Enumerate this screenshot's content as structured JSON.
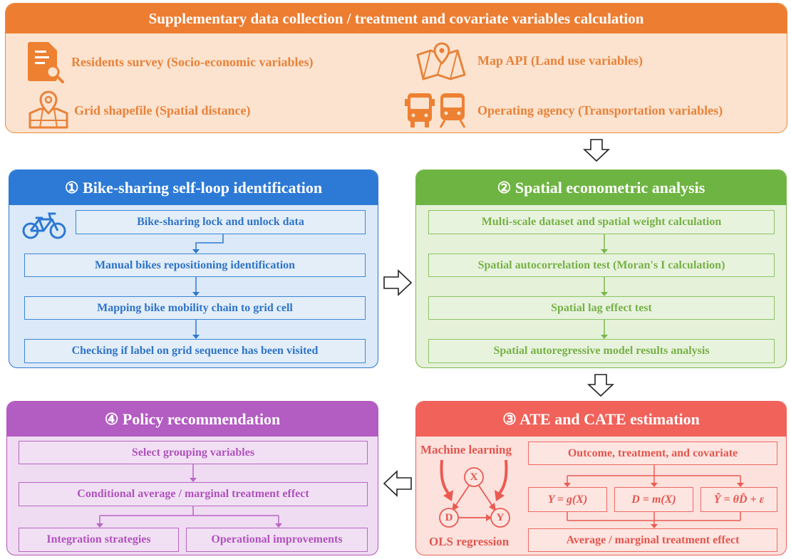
{
  "top": {
    "title": "Supplementary data collection / treatment and covariate variables calculation",
    "items": [
      {
        "label": "Residents survey (Socio-economic variables)",
        "icon": "document-search-icon"
      },
      {
        "label": "Map API (Land use variables)",
        "icon": "map-pin-icon"
      },
      {
        "label": "Grid shapefile (Spatial distance)",
        "icon": "grid-map-icon"
      },
      {
        "label": "Operating agency (Transportation variables)",
        "icon": "bus-train-icon"
      }
    ]
  },
  "panel1": {
    "title": "① Bike-sharing self-loop identification",
    "steps": [
      "Bike-sharing lock and unlock data",
      "Manual bikes repositioning identification",
      "Mapping bike mobility chain to grid cell",
      "Checking if label on grid sequence has been visited"
    ]
  },
  "panel2": {
    "title": "② Spatial econometric analysis",
    "steps": [
      "Multi-scale dataset and spatial weight calculation",
      "Spatial autocorrelation test (Moran's I  calculation)",
      "Spatial lag effect test",
      "Spatial autoregressive model results analysis"
    ]
  },
  "panel3": {
    "title": "③ ATE and CATE estimation",
    "ml_label": "Machine learning",
    "ols_label": "OLS regression",
    "node_x": "X",
    "node_d": "D",
    "node_y": "Y",
    "outcome": "Outcome, treatment, and covariate",
    "eq1": "Y = g(X)",
    "eq2": "D = m(X)",
    "eq3": "Ŷ = θD̂ + ε",
    "result": "Average / marginal treatment effect"
  },
  "panel4": {
    "title": "④ Policy recommendation",
    "step1": "Select grouping variables",
    "step2": "Conditional average / marginal treatment effect",
    "leaf1": "Integration strategies",
    "leaf2": "Operational improvements"
  },
  "colors": {
    "orange": "#ed7d31",
    "blue": "#2d7ad6",
    "green": "#6eb442",
    "red": "#f0625a",
    "purple": "#b35cc2"
  }
}
